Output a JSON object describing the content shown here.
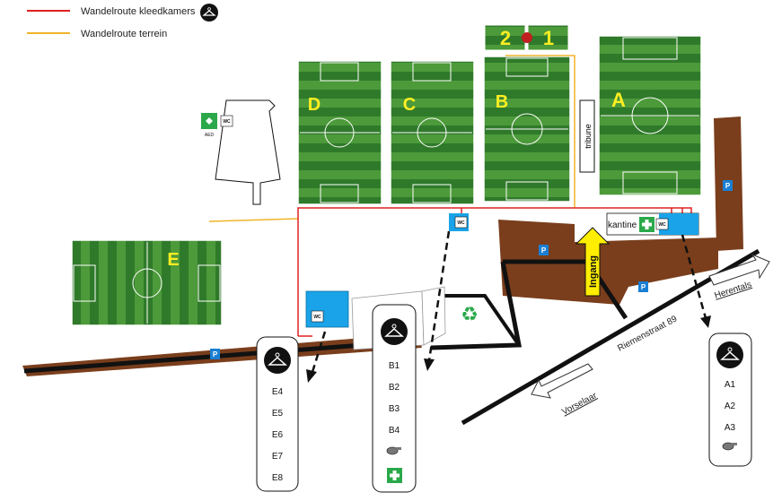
{
  "legend": [
    {
      "label": "Wandelroute kleedkamers",
      "color": "#e02020",
      "icon": "clothes-hanger-icon"
    },
    {
      "label": "Wandelroute terrein",
      "color": "#f0b429"
    }
  ],
  "fields": [
    {
      "id": "field-d",
      "letter": "D"
    },
    {
      "id": "field-c",
      "letter": "C"
    },
    {
      "id": "field-b",
      "letter": "B"
    },
    {
      "id": "field-a",
      "letter": "A"
    },
    {
      "id": "field-e",
      "letter": "E"
    },
    {
      "id": "field-2",
      "letter": "2"
    },
    {
      "id": "field-1",
      "letter": "1"
    }
  ],
  "labels": {
    "tribune": "tribune",
    "kantine": "kantine",
    "ingang": "Ingang",
    "riemenstraat": "Riemenstraat 89",
    "herentals": "Herentals",
    "vorselaar": "Vorselaar",
    "wc": "WC",
    "aed": "AED",
    "parking": "P"
  },
  "dressing_rooms": {
    "e_group": [
      "E4",
      "E5",
      "E6",
      "E7",
      "E8"
    ],
    "b_group": [
      "B1",
      "B2",
      "B3",
      "B4"
    ],
    "a_group": [
      "A1",
      "A2",
      "A3"
    ]
  },
  "colors": {
    "road": "#7a3e1c",
    "route_dressing": "#e02020",
    "route_terrain": "#f0b429",
    "building_blue": "#1aa3e8",
    "grass_dark": "#2f7a2a",
    "grass_light": "#4c9a3a",
    "ingang_arrow": "#ffee00",
    "first_aid": "#2aa84a"
  }
}
